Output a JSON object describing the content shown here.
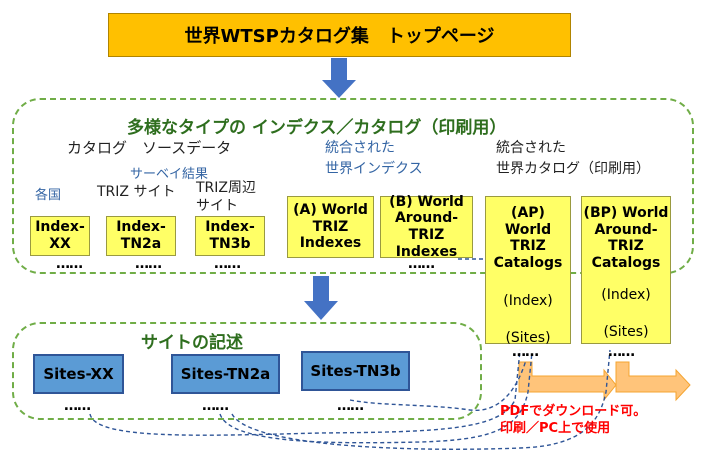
{
  "title": "世界WTSPカタログ集　トップページ",
  "top_region": {
    "heading": "多様なタイプの インデクス／カタログ（印刷用）",
    "col_headers": {
      "catalog_source": "カタログ　ソースデータ",
      "survey_results": "サーベイ結果",
      "unified_index_line1": "統合された",
      "unified_index_line2": "世界インデクス",
      "unified_catalog_line1": "統合された",
      "unified_catalog_line2": "世界カタログ（印刷用）"
    },
    "sub_labels": {
      "each_country": "各国",
      "triz_sites": "TRIZ サイト",
      "triz_periph_line1": "TRIZ周辺",
      "triz_periph_line2": "サイト"
    },
    "index_boxes": [
      {
        "lines": [
          "Index-",
          "XX"
        ]
      },
      {
        "lines": [
          "Index-",
          "TN2a"
        ]
      },
      {
        "lines": [
          "Index-",
          "TN3b"
        ]
      }
    ],
    "world_indexes": [
      {
        "lines": [
          "(A) World",
          "TRIZ",
          "Indexes"
        ]
      },
      {
        "lines": [
          "(B) World",
          "Around-TRIZ",
          "Indexes"
        ]
      }
    ],
    "catalogs": [
      {
        "lines": [
          "(AP) World",
          "TRIZ",
          "Catalogs"
        ],
        "index_label": "(Index)",
        "sites_label": "(Sites)"
      },
      {
        "lines": [
          "(BP) World",
          "Around-TRIZ",
          "Catalogs"
        ],
        "index_label": "(Index)",
        "sites_label": "(Sites)"
      }
    ],
    "ellipsis": "……",
    "short_ellipsis": "……"
  },
  "bottom_region": {
    "heading": "サイトの記述",
    "site_boxes": [
      "Sites-XX",
      "Sites-TN2a",
      "Sites-TN3b"
    ],
    "ellipsis": "……"
  },
  "note": {
    "line1": "PDFでダウンロード可。",
    "line2": "印刷／PC上で使用"
  },
  "colors": {
    "banner": "#ffc000",
    "region_border": "#70ad47",
    "yellow_box": "#ffff66",
    "blue_box": "#5b9bd5",
    "arrow_blue": "#4472c4",
    "arrow_orange": "#ffb347",
    "note_red": "#ff0000"
  }
}
